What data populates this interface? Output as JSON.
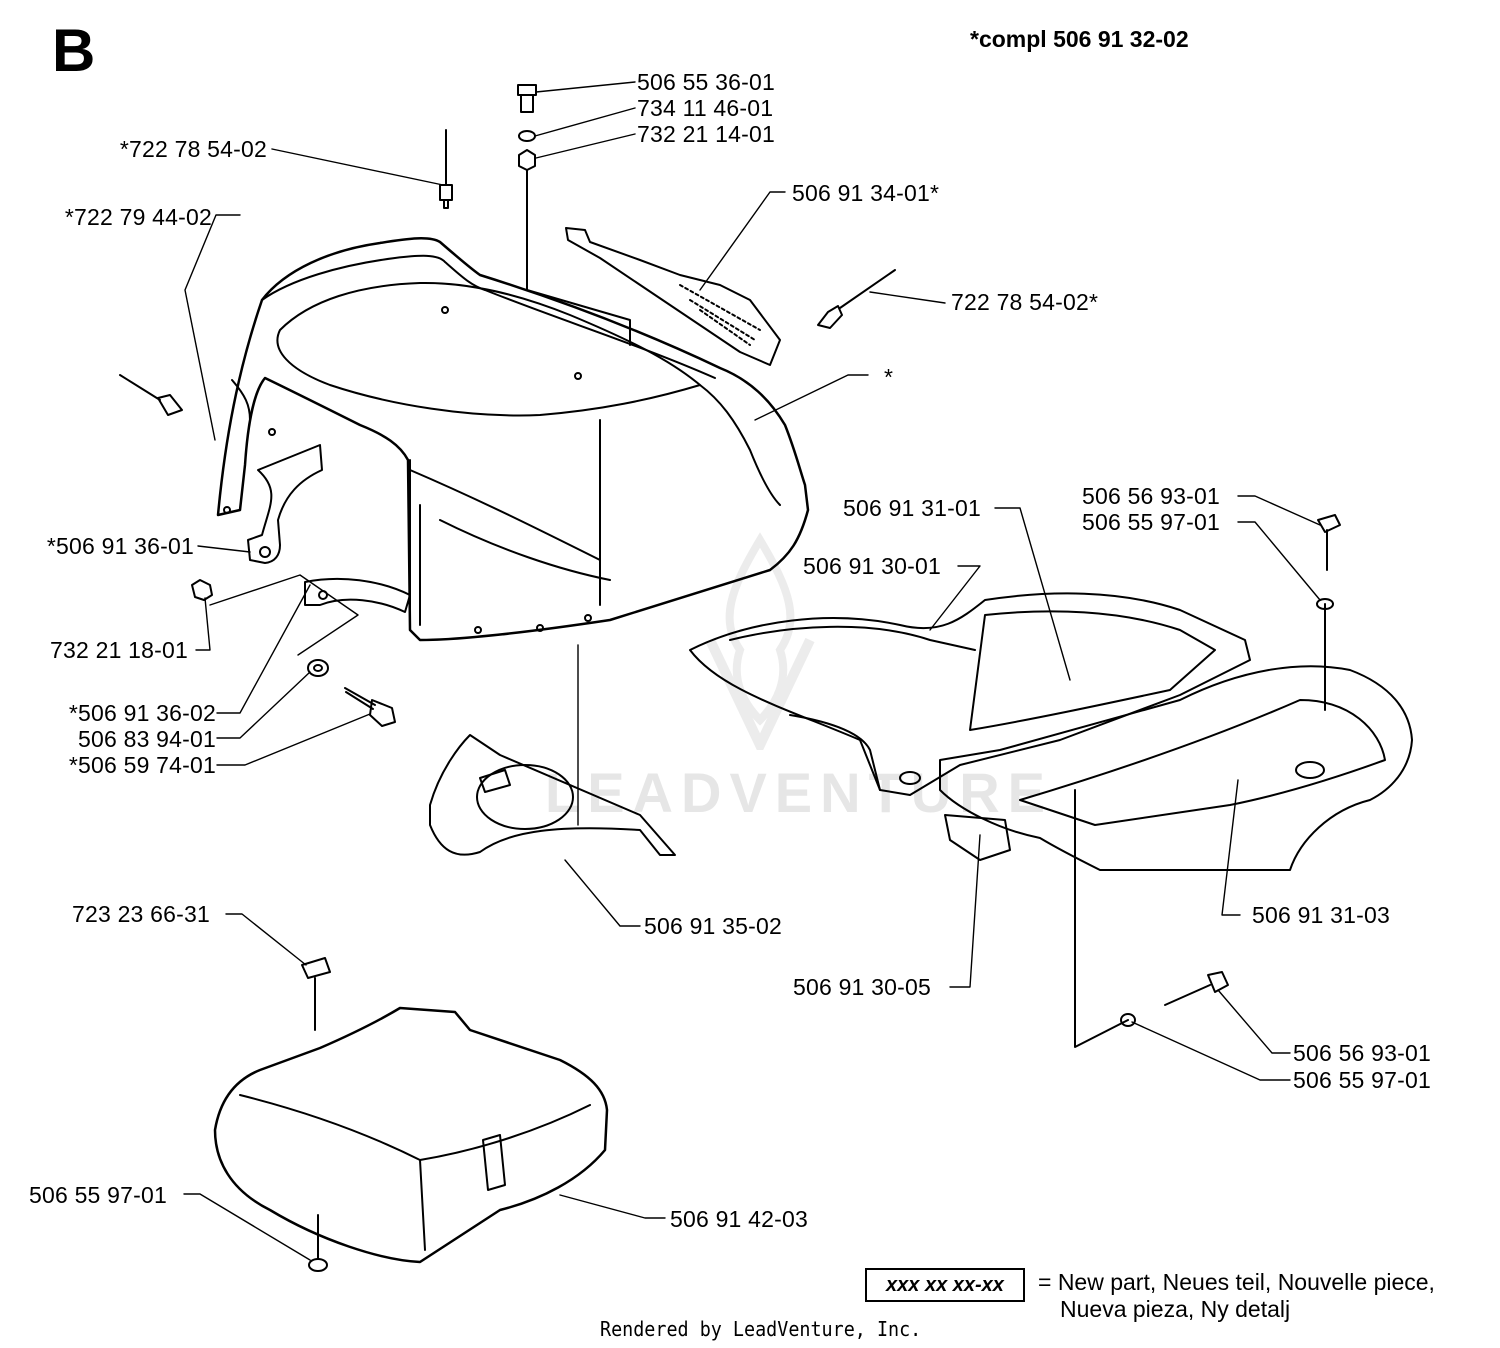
{
  "section_letter": "B",
  "compl_note": "*compl 506 91 32-02",
  "watermark": "LEADVENTURE",
  "part_labels": {
    "p_506_55_36_01": "506 55 36-01",
    "p_734_11_46_01": "734 11 46-01",
    "p_732_21_14_01": "732 21 14-01",
    "p_722_78_54_02_star_left": "*722 78 54-02",
    "p_722_79_44_02_star": "*722 79 44-02",
    "p_506_91_34_01_star": "506 91 34-01*",
    "p_722_78_54_02_star_right": "722 78 54-02*",
    "p_star": "*",
    "p_506_91_36_01_star": "*506 91 36-01",
    "p_732_21_18_01": "732 21 18-01",
    "p_506_91_36_02_star": "*506 91 36-02",
    "p_506_83_94_01": "506 83 94-01",
    "p_506_59_74_01_star": "*506 59 74-01",
    "p_506_91_31_01": "506 91 31-01",
    "p_506_91_30_01": "506 91 30-01",
    "p_506_56_93_01_top": "506 56 93-01",
    "p_506_55_97_01_top": "506 55 97-01",
    "p_506_91_35_02": "506 91 35-02",
    "p_506_91_31_03": "506 91 31-03",
    "p_506_91_30_05": "506 91 30-05",
    "p_723_23_66_31": "723 23 66-31",
    "p_506_56_93_01_bottom": "506 56 93-01",
    "p_506_55_97_01_bottom": "506 55 97-01",
    "p_506_55_97_01_left": "506 55 97-01",
    "p_506_91_42_03": "506 91 42-03"
  },
  "legend": {
    "box_text": "xxx xx xx-xx",
    "line1": "= New part, Neues teil, Nouvelle piece,",
    "line2": "Nueva pieza, Ny detalj"
  },
  "footer": "Rendered by LeadVenture, Inc."
}
